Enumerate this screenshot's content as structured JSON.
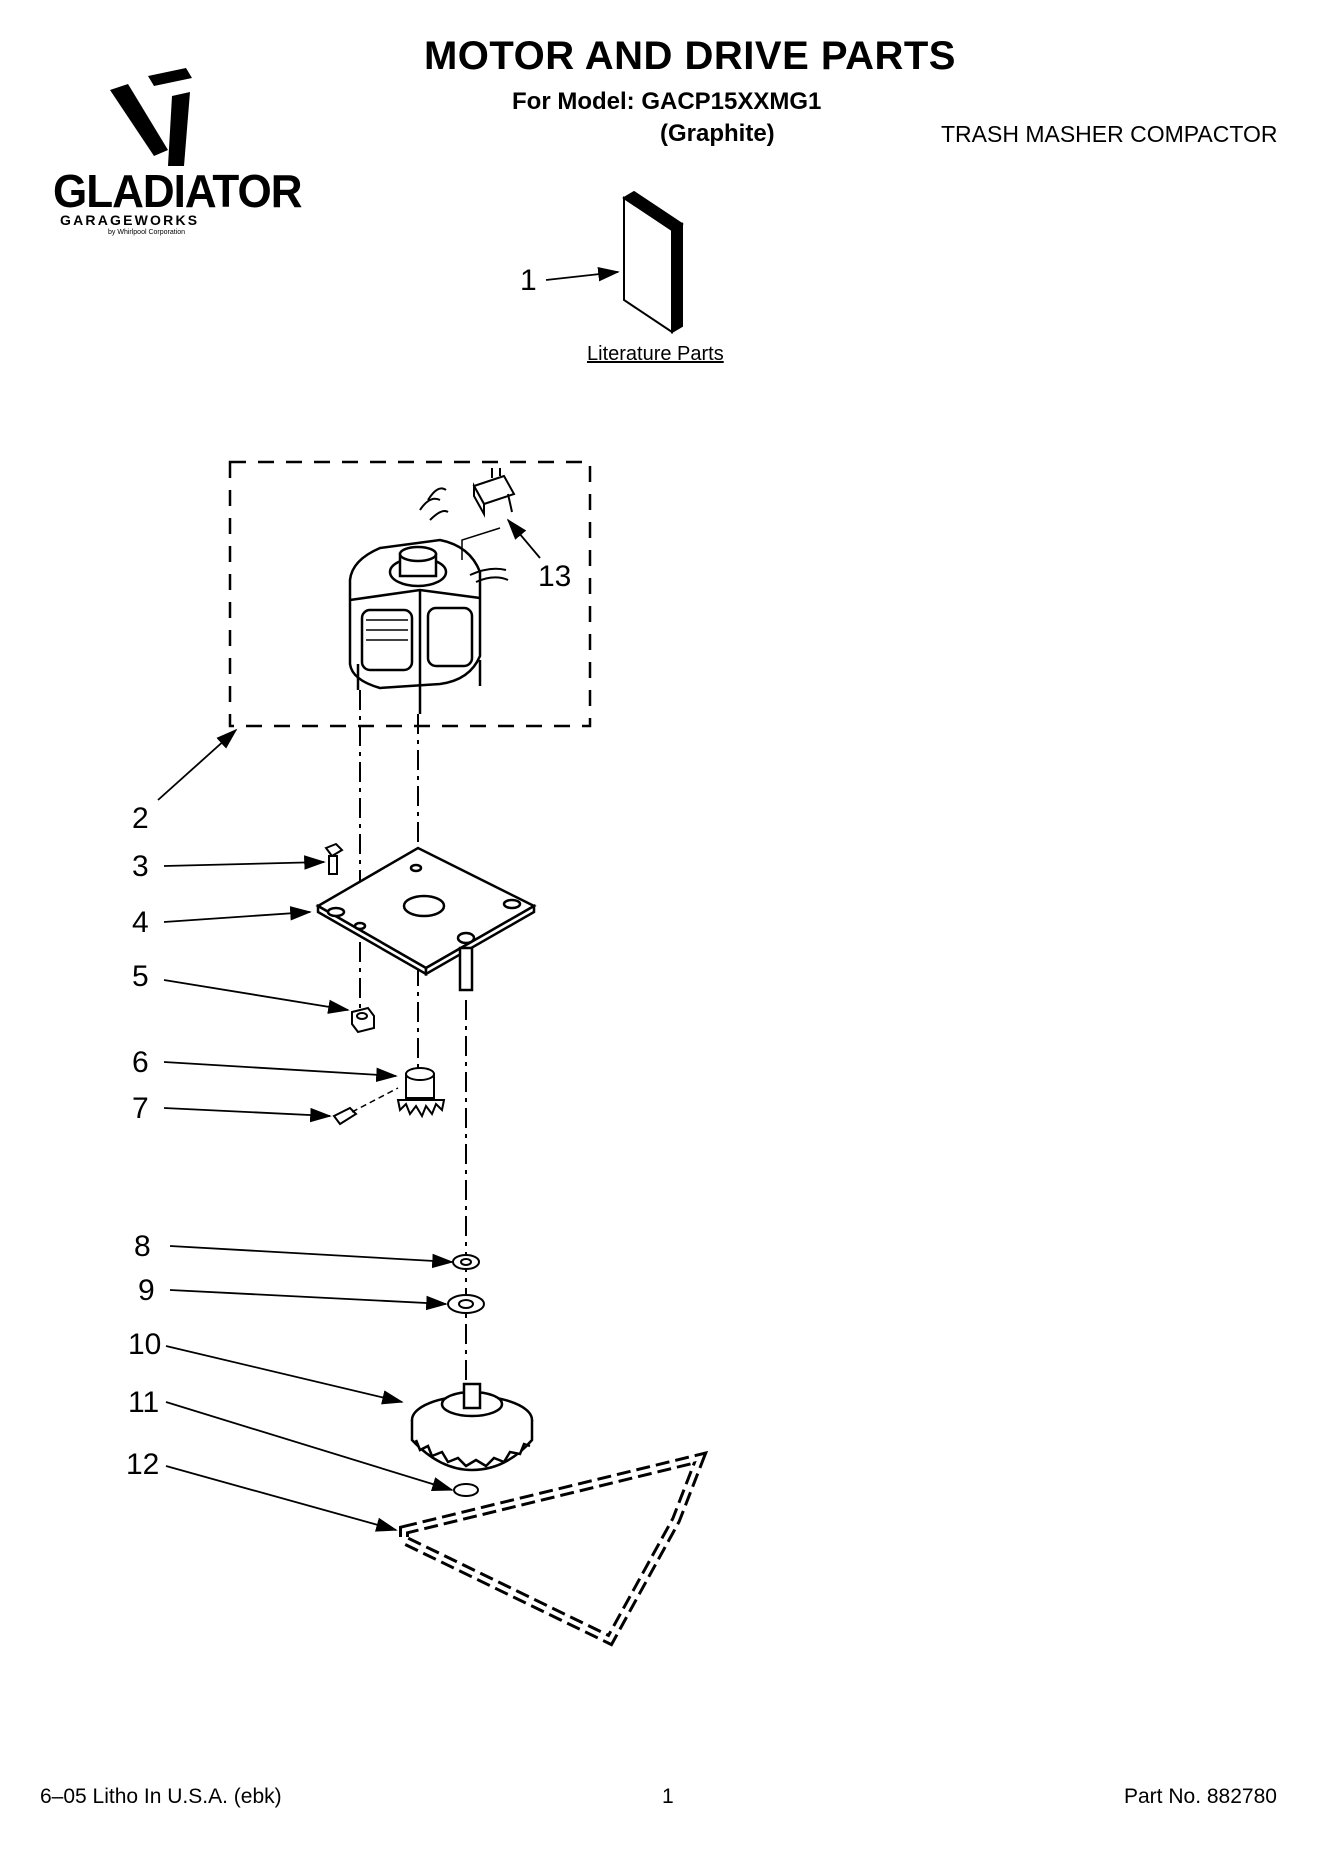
{
  "header": {
    "title": "MOTOR AND DRIVE PARTS",
    "model_line": "For Model: GACP15XXMG1",
    "color_line": "(Graphite)",
    "product_line": "TRASH MASHER COMPACTOR"
  },
  "logo": {
    "brand": "GLADIATOR",
    "sub": "GARAGEWORKS",
    "tag": "by Whirlpool Corporation"
  },
  "literature": {
    "label": "Literature Parts"
  },
  "callouts": [
    "1",
    "2",
    "3",
    "4",
    "5",
    "6",
    "7",
    "8",
    "9",
    "10",
    "11",
    "12",
    "13"
  ],
  "footer": {
    "left": "6–05 Litho In U.S.A. (ebk)",
    "center": "1",
    "right": "Part No. 882780"
  }
}
